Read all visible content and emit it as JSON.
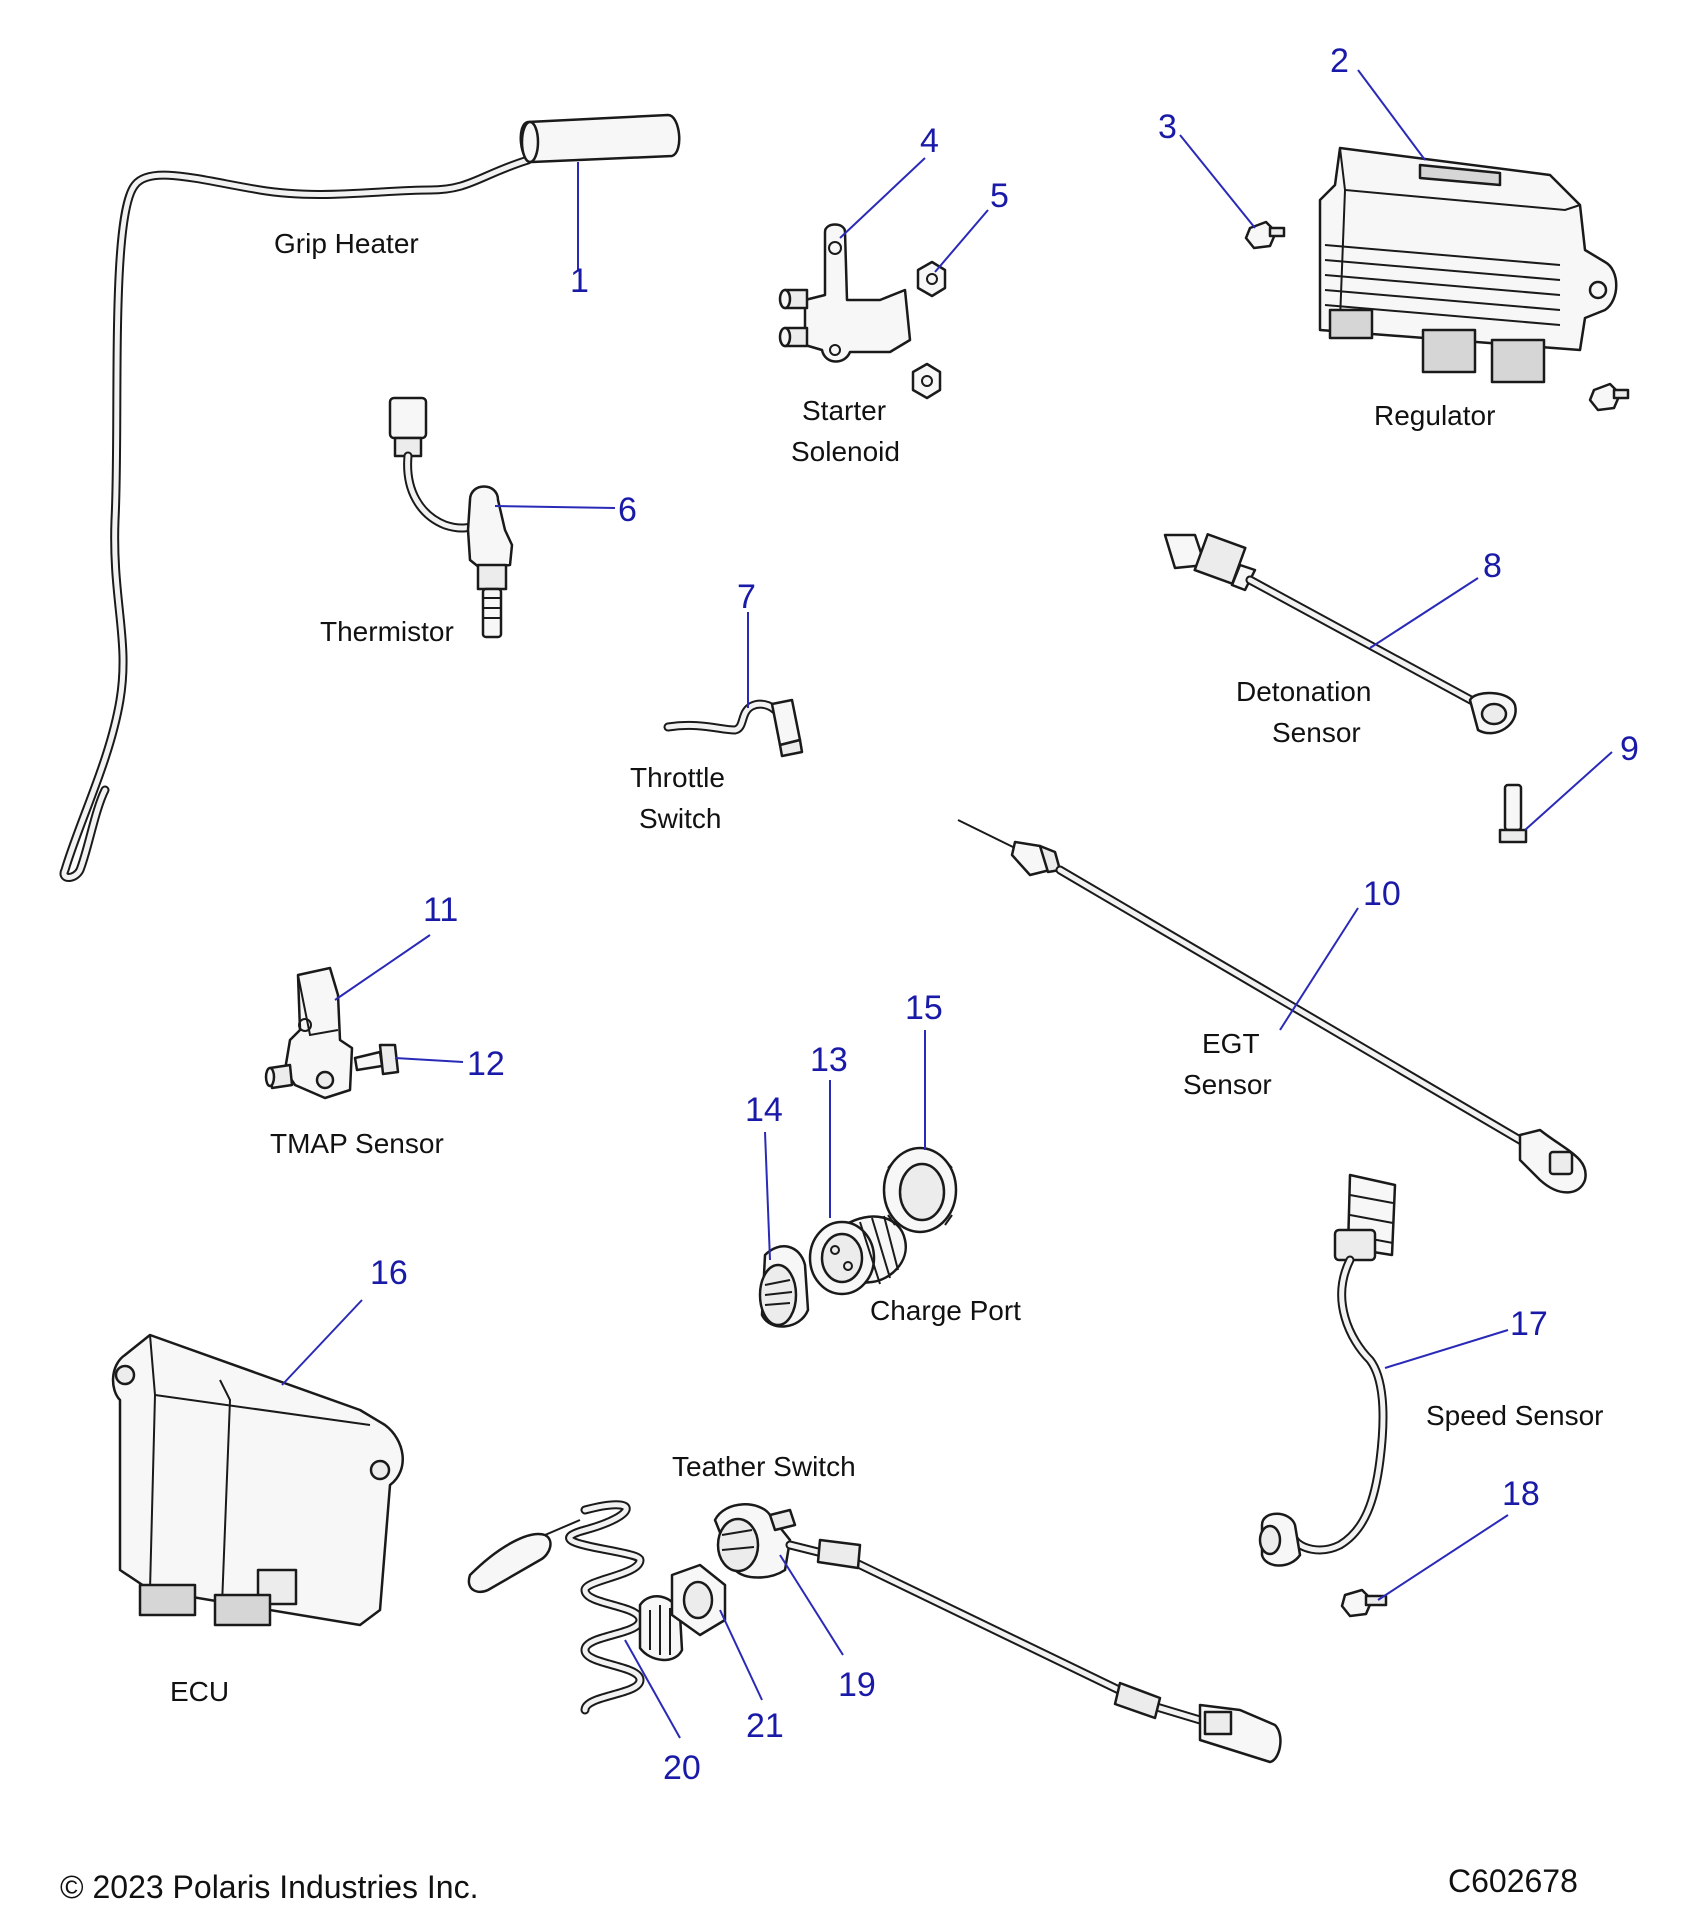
{
  "labels": {
    "grip_heater": "Grip Heater",
    "starter_line1": "Starter",
    "starter_line2": "Solenoid",
    "regulator": "Regulator",
    "thermistor": "Thermistor",
    "throttle_line1": "Throttle",
    "throttle_line2": "Switch",
    "detonation_line1": "Detonation",
    "detonation_line2": "Sensor",
    "egt_line1": "EGT",
    "egt_line2": "Sensor",
    "tmap": "TMAP Sensor",
    "charge_port": "Charge Port",
    "speed_sensor": "Speed Sensor",
    "teather_switch": "Teather Switch",
    "ecu": "ECU"
  },
  "callouts": {
    "n1": "1",
    "n2": "2",
    "n3": "3",
    "n4": "4",
    "n5": "5",
    "n6": "6",
    "n7": "7",
    "n8": "8",
    "n9": "9",
    "n10": "10",
    "n11": "11",
    "n12": "12",
    "n13": "13",
    "n14": "14",
    "n15": "15",
    "n16": "16",
    "n17": "17",
    "n18": "18",
    "n19": "19",
    "n20": "20",
    "n21": "21"
  },
  "footer": {
    "copyright": "© 2023 Polaris Industries Inc.",
    "drawing_id": "C602678"
  },
  "colors": {
    "callout": "#1a1aa8",
    "leader": "#2a2ab8",
    "line_art": "#1a1a1a",
    "part_fill": "#ececec"
  }
}
